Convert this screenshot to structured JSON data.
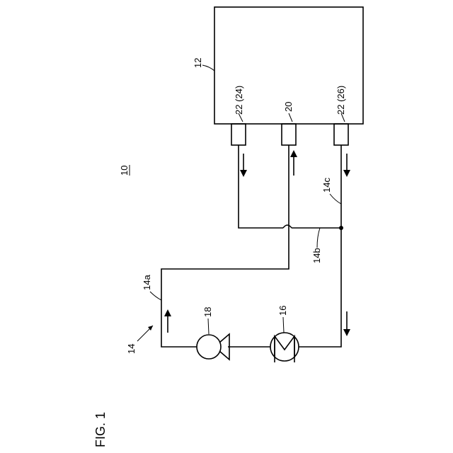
{
  "figure": {
    "caption": "FIG. 1",
    "system_label": "10"
  },
  "labels": {
    "circuit": "14",
    "path_a": "14a",
    "path_b": "14b",
    "path_c": "14c",
    "pump": "18",
    "heat_exchanger": "16",
    "device": "12",
    "port_left": "22 (24)",
    "port_center": "20",
    "port_right": "22 (26)"
  }
}
